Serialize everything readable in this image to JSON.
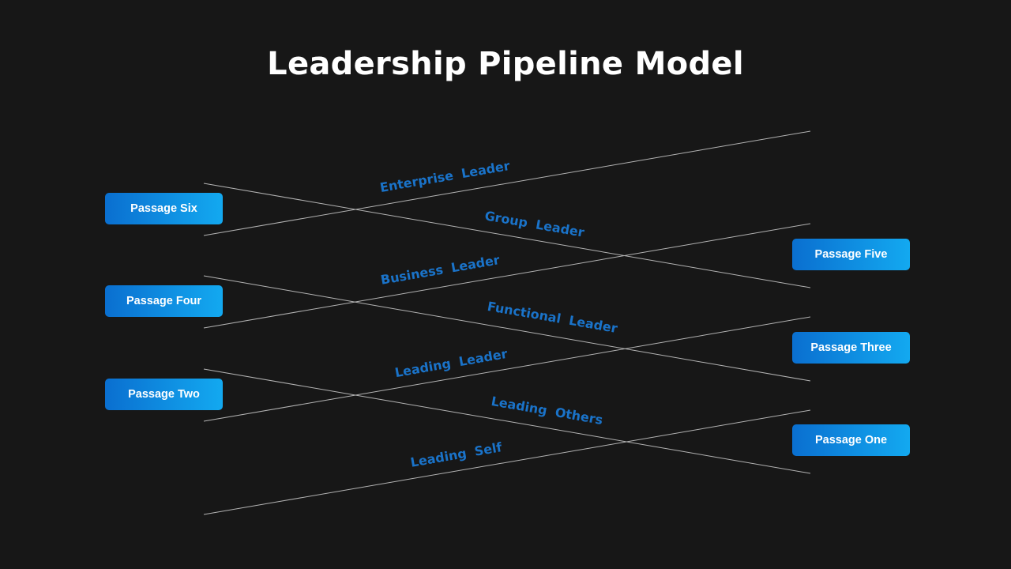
{
  "title": "Leadership Pipeline Model",
  "accent_colors": {
    "pill_start": "#0a6fd0",
    "pill_end": "#13a9f0",
    "label": "#1a73c9",
    "line": "#cfcfcf",
    "background": "#171717"
  },
  "passages": {
    "six": "Passage Six",
    "four": "Passage Four",
    "two": "Passage Two",
    "five": "Passage Five",
    "three": "Passage Three",
    "one": "Passage One"
  },
  "stages": {
    "enterprise_leader": "Enterprise Leader",
    "group_leader": "Group Leader",
    "business_leader": "Business Leader",
    "functional_leader": "Functional Leader",
    "leading_leader": "Leading Leader",
    "leading_others": "Leading Others",
    "leading_self": "Leading Self"
  }
}
